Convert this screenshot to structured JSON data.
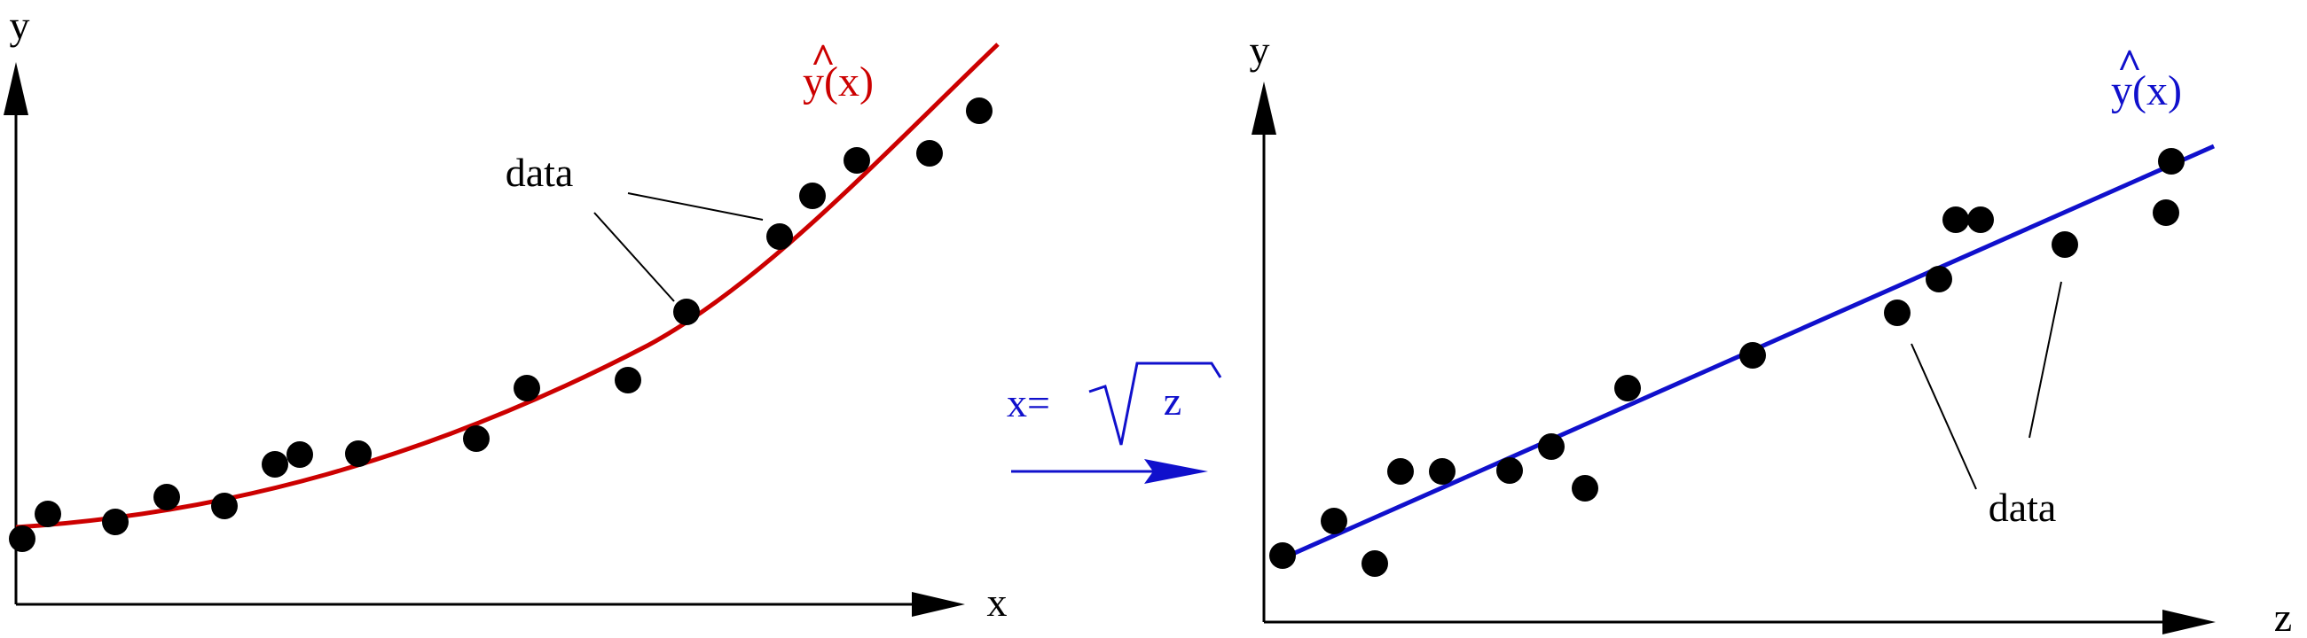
{
  "colors": {
    "left_fit": "#cc0000",
    "right_fit": "#1010cc",
    "transform": "#1010cc",
    "points": "#000000",
    "axes": "#000000"
  },
  "left_panel": {
    "x_axis_label": "x",
    "y_axis_label": "y",
    "fit_label": "y(x)",
    "fit_hat": "^",
    "data_label": "data"
  },
  "transform": {
    "prefix": "x=",
    "radicand": "z"
  },
  "right_panel": {
    "x_axis_label": "z",
    "y_axis_label": "y",
    "fit_label": "y(x)",
    "fit_hat": "^",
    "data_label": "data"
  }
}
